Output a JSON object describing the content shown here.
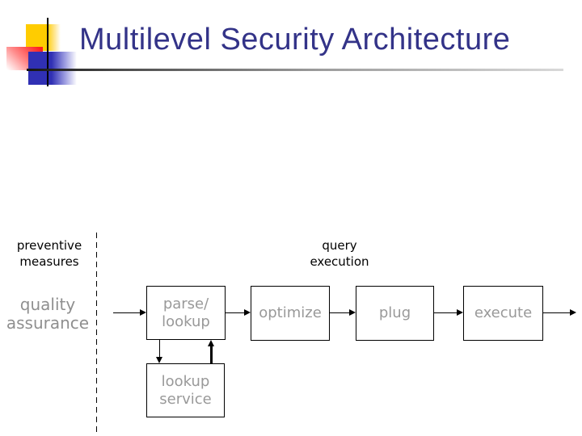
{
  "slide_title": "Multilevel Security Architecture",
  "colors": {
    "title_text": "#333388",
    "gray_text": "#999999",
    "black_text": "#000000",
    "accent_yellow": "#ffcc00",
    "accent_red": "#ff2222",
    "accent_blue": "#3030b4"
  },
  "column_headers": {
    "preventive": {
      "line1": "preventive",
      "line2": "measures"
    },
    "query_execution": {
      "line1": "query",
      "line2": "execution"
    }
  },
  "row_header": {
    "line1": "quality",
    "line2": "assurance"
  },
  "diagram": {
    "boxes": [
      {
        "name": "parse-lookup",
        "lines": [
          "parse/",
          "lookup"
        ]
      },
      {
        "name": "optimize",
        "lines": [
          "optimize"
        ]
      },
      {
        "name": "plug",
        "lines": [
          "plug"
        ]
      },
      {
        "name": "execute",
        "lines": [
          "execute"
        ]
      },
      {
        "name": "lookup-service",
        "lines": [
          "lookup",
          "service"
        ]
      }
    ]
  }
}
